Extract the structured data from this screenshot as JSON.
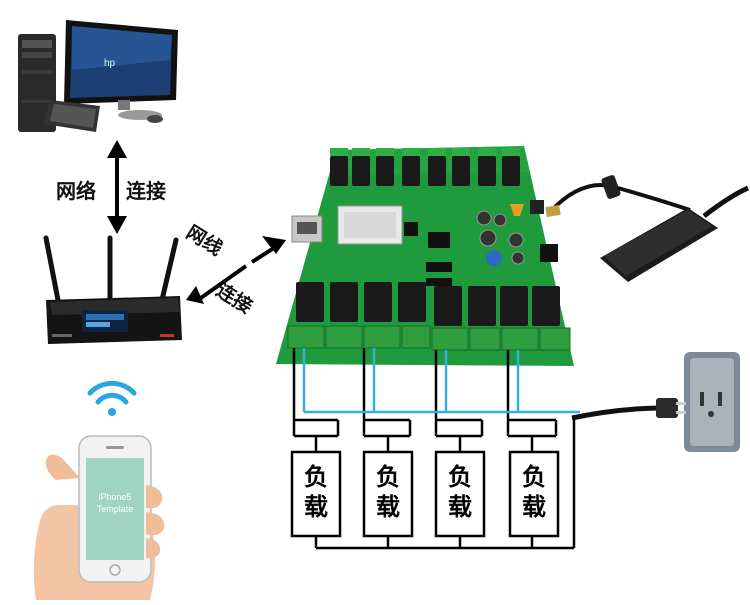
{
  "labels": {
    "network_connection_1": "网络",
    "network_connection_2": "连接",
    "cable_connection_1": "网线",
    "cable_connection_2": "连接",
    "load": "负载"
  },
  "phone": {
    "line1": "iPhone5",
    "line2": "Template"
  },
  "loads": [
    {
      "label": "负载"
    },
    {
      "label": "负载"
    },
    {
      "label": "负载"
    },
    {
      "label": "负载"
    }
  ],
  "colors": {
    "board": "#1f9a3c",
    "relay": "#1a1a1a",
    "terminal": "#2e9e3e",
    "wire_black": "#000000",
    "wire_blue": "#3aaedb",
    "arrow": "#000000"
  }
}
